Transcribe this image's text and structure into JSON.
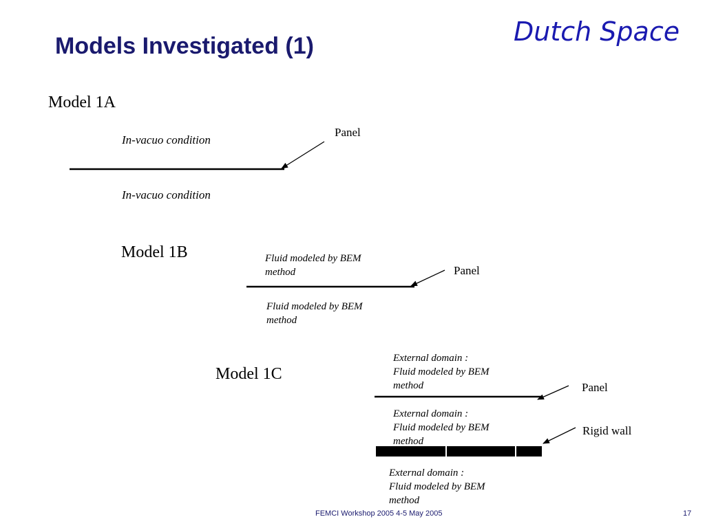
{
  "header": {
    "title": "Models Investigated (1)",
    "logo_text": "Dutch Space"
  },
  "model_1a": {
    "label": "Model 1A",
    "top_condition": "In-vacuo condition",
    "bottom_condition": "In-vacuo condition",
    "panel_label": "Panel"
  },
  "model_1b": {
    "label": "Model 1B",
    "top_fluid_line1": "Fluid modeled by BEM",
    "top_fluid_line2": "method",
    "bottom_fluid_line1": "Fluid modeled by BEM",
    "bottom_fluid_line2": "method",
    "panel_label": "Panel"
  },
  "model_1c": {
    "label": "Model 1C",
    "top_domain": [
      "External domain :",
      "Fluid modeled by BEM",
      "method"
    ],
    "middle_domain": [
      "External domain :",
      "Fluid modeled by BEM",
      "method"
    ],
    "bottom_domain": [
      "External domain :",
      "Fluid modeled by BEM",
      "method"
    ],
    "panel_label": "Panel",
    "wall_label": "Rigid wall"
  },
  "footer": {
    "event": "FEMCI Workshop 2005 4-5  May 2005",
    "page_number": "17"
  }
}
